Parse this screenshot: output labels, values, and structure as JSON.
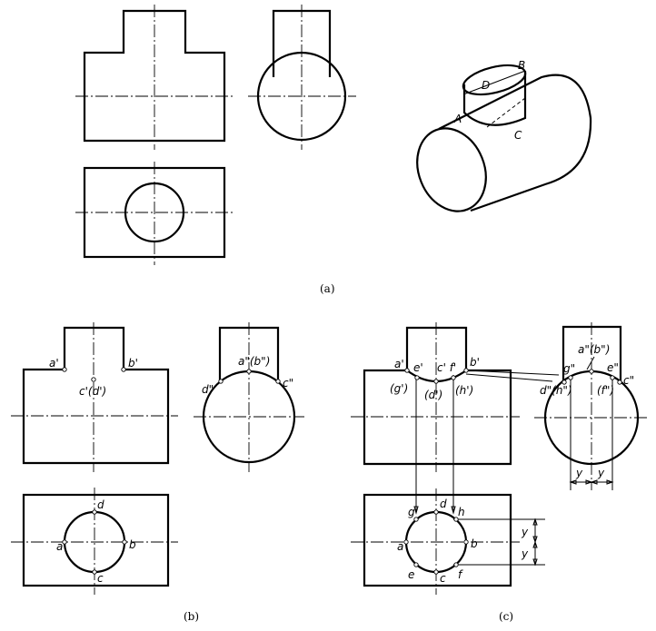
{
  "captions": {
    "a": "(a)",
    "b": "(b)",
    "c": "(c)"
  },
  "iso_labels": {
    "A": "A",
    "B": "B",
    "C": "C",
    "D": "D"
  },
  "b_labels": {
    "a1": "a'",
    "b1": "b'",
    "c1d1": "c'(d')",
    "a2b2": "a\"(b\")",
    "c2": "c\"",
    "d2": "d\"",
    "a": "a",
    "b": "b",
    "c": "c",
    "d": "d"
  },
  "c_labels": {
    "a1": "a'",
    "e1": "e'",
    "c1f1": "c' f'",
    "b1": "b'",
    "g1": "(g')",
    "d1": "(d')",
    "h1": "(h')",
    "a2b2": "a\"(b\")",
    "g2": "g\"",
    "e2": "e\"",
    "c2": "c\"",
    "d2h2": "d\"(h\")",
    "f2": "(f\")",
    "a": "a",
    "b": "b",
    "c": "c",
    "d": "d",
    "e": "e",
    "f": "f",
    "g": "g",
    "h": "h",
    "y": "y"
  }
}
